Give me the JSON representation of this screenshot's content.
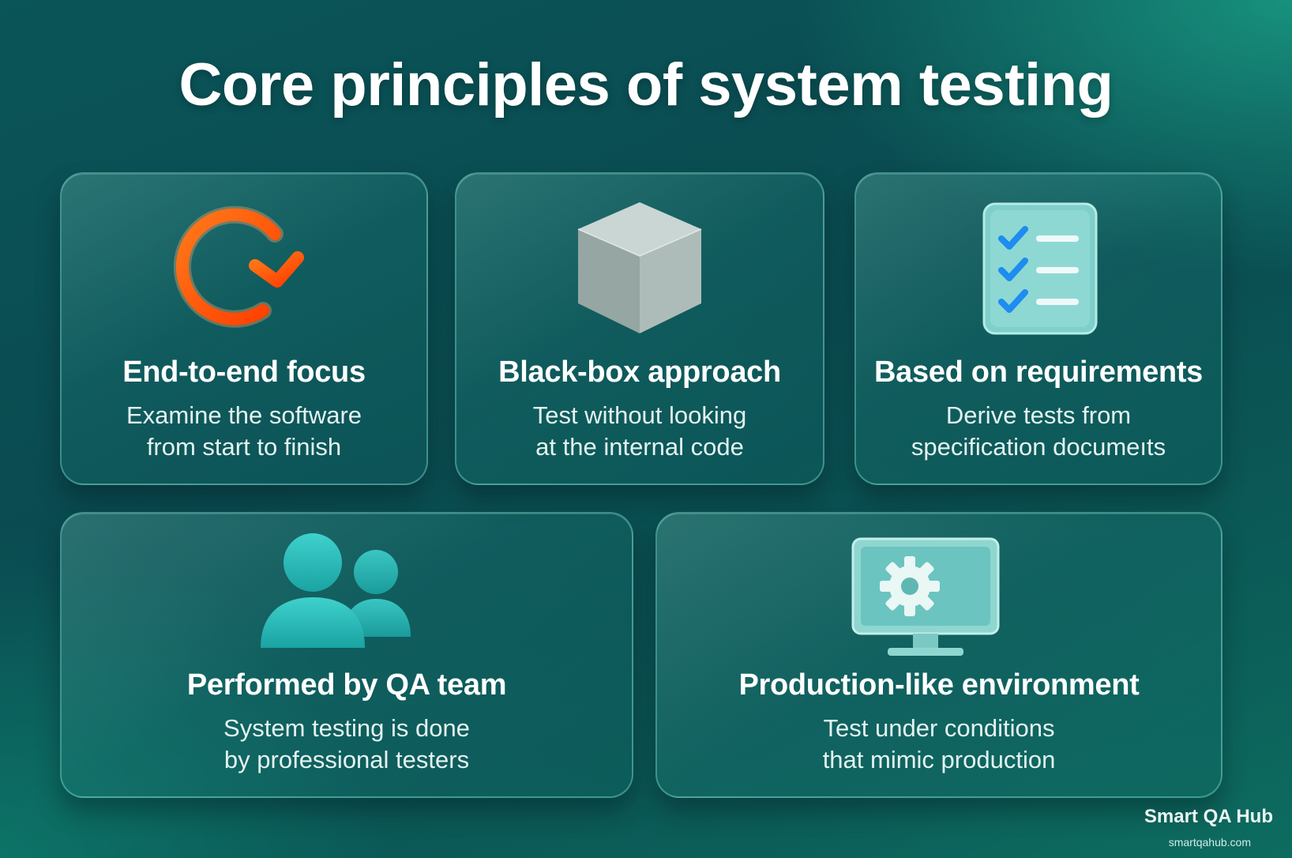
{
  "title": "Core principles of system testing",
  "cards": [
    {
      "title": "End-to-end focus",
      "desc_line1": "Examine the software",
      "desc_line2": "from start to finish",
      "icon": "circular-arrow-icon"
    },
    {
      "title": "Black-box approach",
      "desc_line1": "Test without looking",
      "desc_line2": "at the internal code",
      "icon": "cube-icon"
    },
    {
      "title": "Based on requirements",
      "desc_line1": "Derive tests from",
      "desc_line2": "specification documeıts",
      "icon": "checklist-icon"
    },
    {
      "title": "Performed by QA team",
      "desc_line1": "System testing is done",
      "desc_line2": "by professional testers",
      "icon": "team-icon"
    },
    {
      "title": "Production-like environment",
      "desc_line1": "Test under conditions",
      "desc_line2": "that mimic production",
      "icon": "monitor-gear-icon"
    }
  ],
  "brand": {
    "name": "Smart QA Hub",
    "url": "smartqahub.com"
  },
  "colors": {
    "accent_orange": "#ff5a0a",
    "check_blue": "#1e8cf0",
    "teal_icon": "#2fc3c0"
  }
}
